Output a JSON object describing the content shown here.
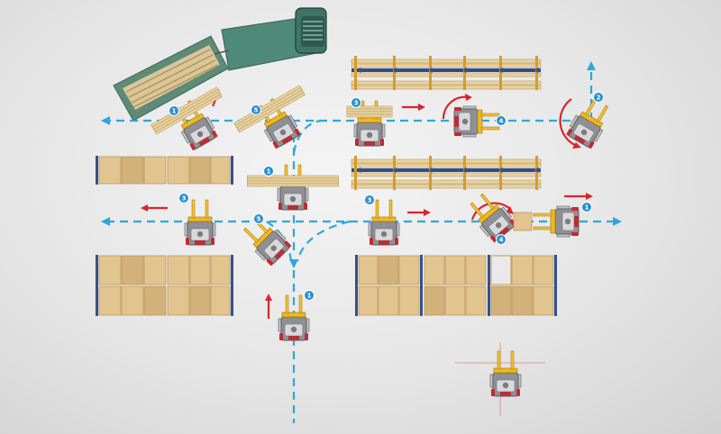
{
  "diagram": {
    "step_labels": {
      "s1": "1",
      "s2": "2",
      "s3": "3",
      "s4": "4",
      "s5": "5"
    },
    "icons": [
      "truck-icon",
      "forklift-icon",
      "pallet-rack-icon",
      "timber-load-icon"
    ],
    "colors": {
      "path": "#29a8e0",
      "movement": "#d8252b",
      "rack": "#2f4d8a",
      "forklift_body": "#8f9096",
      "forklift_mast": "#f0b820",
      "truck": "#4f8a78"
    }
  }
}
